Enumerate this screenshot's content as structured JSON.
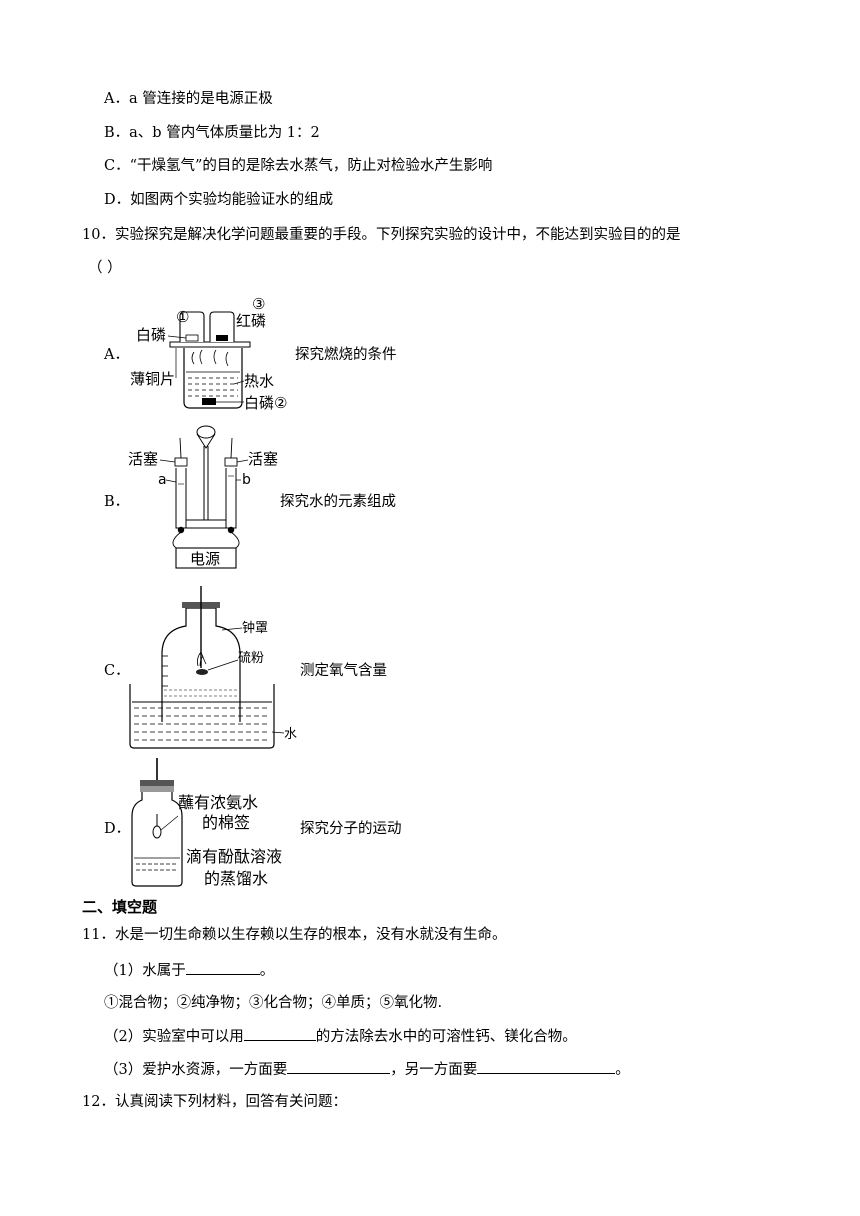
{
  "q9_options": {
    "A": "A．a 管连接的是电源正极",
    "B": "B．a、b 管内气体质量比为 1：2",
    "C": "C．“干燥氢气”的目的是除去水蒸气，防止对检验水产生影响",
    "D": "D．如图两个实验均能验证水的组成"
  },
  "q10": {
    "stem": "10．实验探究是解决化学问题最重要的手段。下列探究实验的设计中，不能达到实验目的的是",
    "paren": "（        ）",
    "options": [
      {
        "label": "A．",
        "caption": "探究燃烧的条件",
        "fig": {
          "n1": "①",
          "n3": "③",
          "white_p": "白磷",
          "red_p": "红磷",
          "copper": "薄铜片",
          "hot_water": "热水",
          "white_p2": "白磷②"
        }
      },
      {
        "label": "B．",
        "caption": "探究水的元素组成",
        "fig": {
          "stopcock_l": "活塞",
          "stopcock_r": "活塞",
          "a": "a",
          "b": "b",
          "power": "电源"
        }
      },
      {
        "label": "C．",
        "caption": "测定氧气含量",
        "fig": {
          "bell": "钟罩",
          "sulfur": "硫粉",
          "water": "水"
        }
      },
      {
        "label": "D．",
        "caption": "探究分子的运动",
        "fig": {
          "ammonia1": "蘸有浓氨水",
          "ammonia2": "的棉签",
          "phenol1": "滴有酚酞溶液",
          "phenol2": "的蒸馏水"
        }
      }
    ]
  },
  "section2": "二、填空题",
  "q11": {
    "stem": "11．水是一切生命赖以生存赖以生存的根本，没有水就没有生命。",
    "p1_a": "（1）水属于",
    "p1_b": "。",
    "choices": "①混合物；②纯净物；③化合物；④单质；⑤氧化物.",
    "p2_a": "（2）实验室中可以用",
    "p2_b": "的方法除去水中的可溶性钙、镁化合物。",
    "p3_a": "（3）爱护水资源，一方面要",
    "p3_b": "，另一方面要",
    "p3_c": "。"
  },
  "q12": {
    "stem": "12．认真阅读下列材料，回答有关问题："
  }
}
